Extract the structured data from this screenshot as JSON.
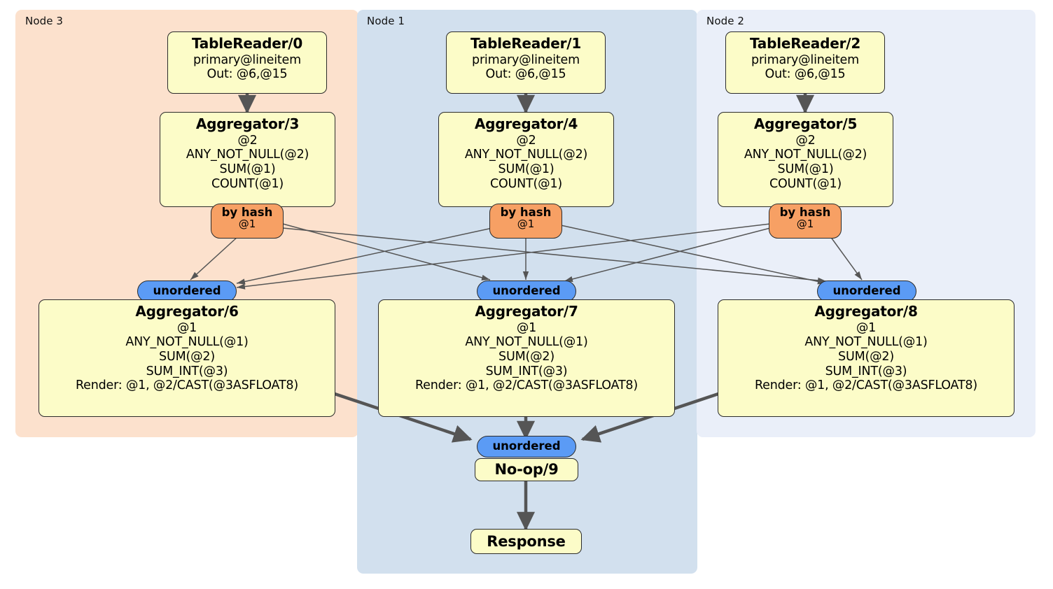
{
  "diagram": {
    "type": "distributed-query-plan",
    "panels": [
      {
        "id": "node3",
        "label": "Node 3",
        "color": "#fce1cd"
      },
      {
        "id": "node1",
        "label": "Node 1",
        "color": "#d2e0ee"
      },
      {
        "id": "node2",
        "label": "Node 2",
        "color": "#eaeff9"
      }
    ],
    "colors": {
      "processor_box": "#fcfcc8",
      "hash_router": "#f7a064",
      "unordered_synchronizer": "#5b9bf5",
      "edge": "#555555",
      "border": "#2b2b2b"
    },
    "processors": {
      "table_reader_0": {
        "title": "TableReader/0",
        "lines": [
          "primary@lineitem",
          "Out: @6,@15"
        ]
      },
      "table_reader_1": {
        "title": "TableReader/1",
        "lines": [
          "primary@lineitem",
          "Out: @6,@15"
        ]
      },
      "table_reader_2": {
        "title": "TableReader/2",
        "lines": [
          "primary@lineitem",
          "Out: @6,@15"
        ]
      },
      "aggregator_3": {
        "title": "Aggregator/3",
        "lines": [
          "@2",
          "ANY_NOT_NULL(@2)",
          "SUM(@1)",
          "COUNT(@1)"
        ]
      },
      "aggregator_4": {
        "title": "Aggregator/4",
        "lines": [
          "@2",
          "ANY_NOT_NULL(@2)",
          "SUM(@1)",
          "COUNT(@1)"
        ]
      },
      "aggregator_5": {
        "title": "Aggregator/5",
        "lines": [
          "@2",
          "ANY_NOT_NULL(@2)",
          "SUM(@1)",
          "COUNT(@1)"
        ]
      },
      "aggregator_6": {
        "title": "Aggregator/6",
        "lines": [
          "@1",
          "ANY_NOT_NULL(@1)",
          "SUM(@2)",
          "SUM_INT(@3)",
          "Render: @1, @2/CAST(@3ASFLOAT8)"
        ]
      },
      "aggregator_7": {
        "title": "Aggregator/7",
        "lines": [
          "@1",
          "ANY_NOT_NULL(@1)",
          "SUM(@2)",
          "SUM_INT(@3)",
          "Render: @1, @2/CAST(@3ASFLOAT8)"
        ]
      },
      "aggregator_8": {
        "title": "Aggregator/8",
        "lines": [
          "@1",
          "ANY_NOT_NULL(@1)",
          "SUM(@2)",
          "SUM_INT(@3)",
          "Render: @1, @2/CAST(@3ASFLOAT8)"
        ]
      },
      "noop_9": {
        "title": "No-op/9"
      },
      "response": {
        "title": "Response"
      }
    },
    "routers": {
      "by_hash_left": {
        "title": "by hash",
        "sub": "@1"
      },
      "by_hash_middle": {
        "title": "by hash",
        "sub": "@1"
      },
      "by_hash_right": {
        "title": "by hash",
        "sub": "@1"
      }
    },
    "synchronizers": {
      "unordered_left": {
        "label": "unordered"
      },
      "unordered_middle": {
        "label": "unordered"
      },
      "unordered_right": {
        "label": "unordered"
      },
      "unordered_final": {
        "label": "unordered"
      }
    }
  }
}
